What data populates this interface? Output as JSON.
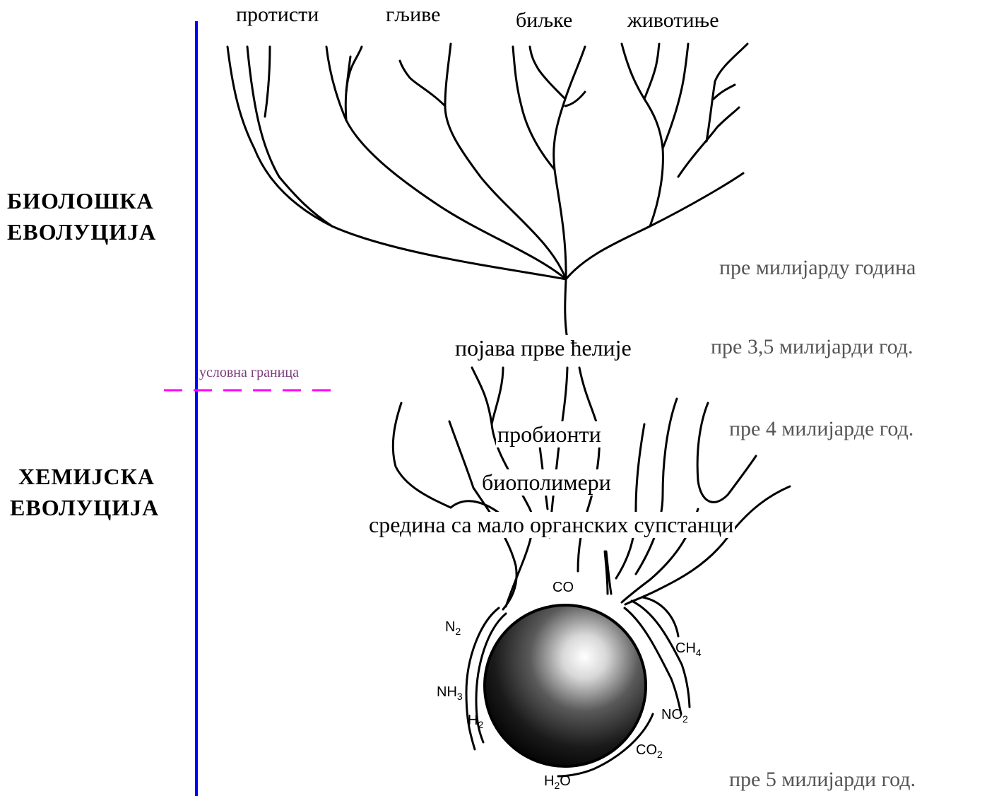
{
  "kingdoms": {
    "protists": "протисти",
    "fungi": "гљиве",
    "plants": "биљке",
    "animals": "животиње"
  },
  "eras": {
    "biological_line1": "БИОЛОШКА",
    "biological_line2": "ЕВОЛУЦИЈА",
    "chemical_line1": "ХЕМИЈСКА",
    "chemical_line2": "ЕВОЛУЦИЈА"
  },
  "timeline": {
    "t1": "пре милијарду година",
    "t2": "пре 3,5 милијарди год.",
    "t3": "пре 4 милијарде год.",
    "t4": "пре 5 милијарди год."
  },
  "stages": {
    "first_cell": "појава прве ћелије",
    "probionts": "пробионти",
    "biopolymers": "биополимери",
    "environment": "средина са мало органских супстанци"
  },
  "boundary_label": "условна граница",
  "gases": {
    "n2": {
      "base": "N",
      "sub": "2"
    },
    "nh3": {
      "base": "NH",
      "sub": "3"
    },
    "h2": {
      "base": "H",
      "sub": "2"
    },
    "co": {
      "base": "CO",
      "sub": ""
    },
    "ch4": {
      "base": "CH",
      "sub": "4"
    },
    "no2": {
      "base": "NO",
      "sub": "2"
    },
    "co2": {
      "base": "CO",
      "sub": "2"
    },
    "h2o": {
      "base": "H",
      "sub": "2",
      "tail": "O"
    }
  },
  "colors": {
    "timeline_axis": "#0000ff",
    "boundary_line": "#ff00ff",
    "time_text": "#555555"
  }
}
